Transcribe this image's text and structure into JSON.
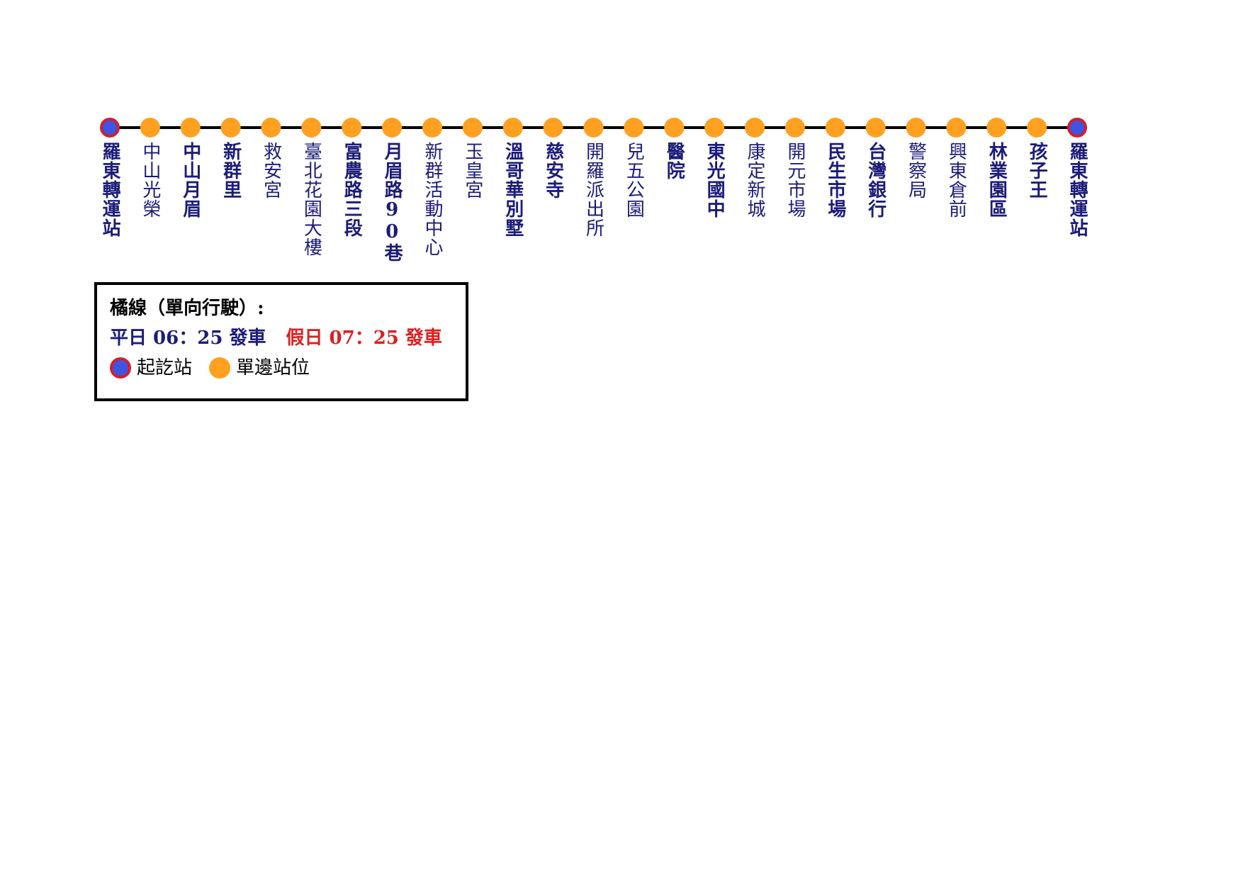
{
  "route": {
    "stations": [
      {
        "name": "羅東轉運站",
        "type": "terminal",
        "bold": true
      },
      {
        "name": "中山光榮",
        "type": "stop",
        "bold": false
      },
      {
        "name": "中山月眉",
        "type": "stop",
        "bold": true
      },
      {
        "name": "新群里",
        "type": "stop",
        "bold": true
      },
      {
        "name": "救安宮",
        "type": "stop",
        "bold": false
      },
      {
        "name": "臺北花園大樓",
        "type": "stop",
        "bold": false
      },
      {
        "name": "富農路三段",
        "type": "stop",
        "bold": true
      },
      {
        "name": "月眉路90巷",
        "type": "stop",
        "bold": true
      },
      {
        "name": "新群活動中心",
        "type": "stop",
        "bold": false
      },
      {
        "name": "玉皇宮",
        "type": "stop",
        "bold": false
      },
      {
        "name": "溫哥華別墅",
        "type": "stop",
        "bold": true
      },
      {
        "name": "慈安寺",
        "type": "stop",
        "bold": true
      },
      {
        "name": "開羅派出所",
        "type": "stop",
        "bold": false
      },
      {
        "name": "兒五公園",
        "type": "stop",
        "bold": false
      },
      {
        "name": "醫院",
        "type": "stop",
        "bold": true
      },
      {
        "name": "東光國中",
        "type": "stop",
        "bold": true
      },
      {
        "name": "康定新城",
        "type": "stop",
        "bold": false
      },
      {
        "name": "開元市場",
        "type": "stop",
        "bold": false
      },
      {
        "name": "民生市場",
        "type": "stop",
        "bold": true
      },
      {
        "name": "台灣銀行",
        "type": "stop",
        "bold": true
      },
      {
        "name": "警察局",
        "type": "stop",
        "bold": false
      },
      {
        "name": "興東倉前",
        "type": "stop",
        "bold": false
      },
      {
        "name": "林業園區",
        "type": "stop",
        "bold": true
      },
      {
        "name": "孩子王",
        "type": "stop",
        "bold": true
      },
      {
        "name": "羅東轉運站",
        "type": "terminal",
        "bold": true
      }
    ]
  },
  "legend": {
    "title": "橘線（單向行駛）:",
    "weekday": "平日 06：25 發車",
    "holiday": "假日 07：25 發車",
    "terminal_label": "起訖站",
    "stop_label": "單邊站位"
  },
  "colors": {
    "line": "#000000",
    "stop_fill": "#ffa020",
    "terminal_fill": "#3d55e0",
    "terminal_ring": "#d21f2f",
    "station_text": "#1c1c7a",
    "weekday_text": "#1c1c7a",
    "holiday_text": "#dd1f1f"
  }
}
